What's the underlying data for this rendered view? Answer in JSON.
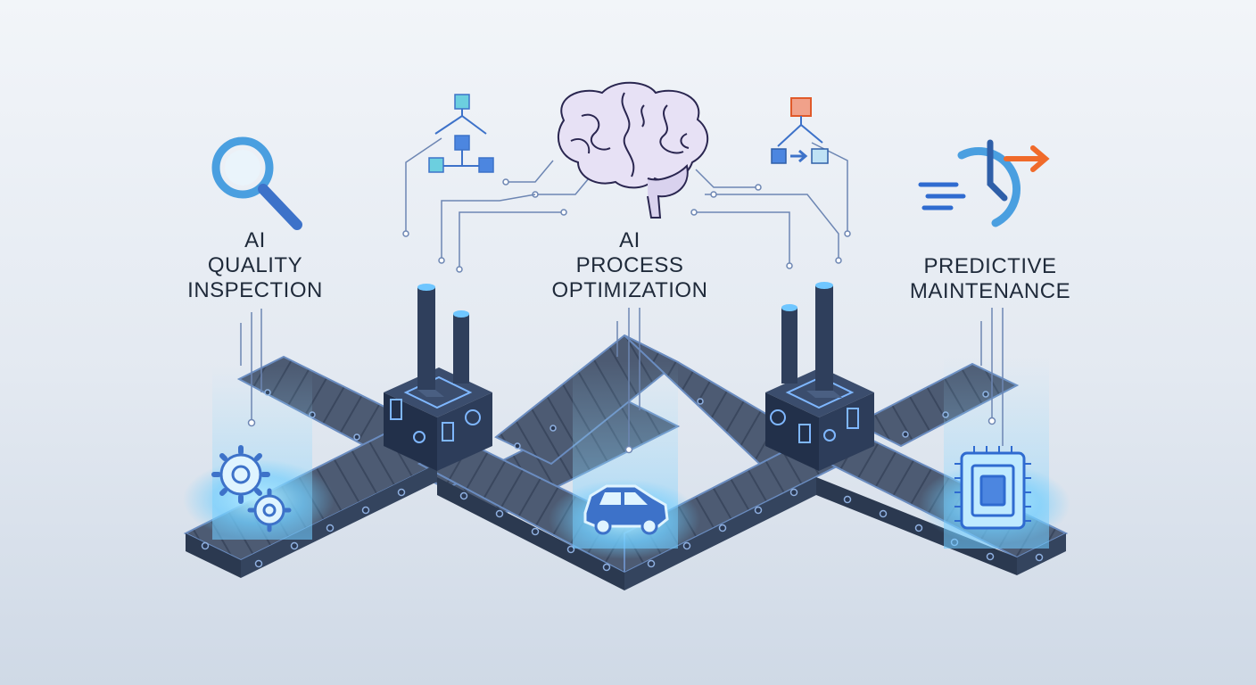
{
  "sections": [
    {
      "id": "quality",
      "label": "AI\nQUALITY\nINSPECTION"
    },
    {
      "id": "process",
      "label": "AI\nPROCESS\nOPTIMIZATION"
    },
    {
      "id": "maintenance",
      "label": "PREDICTIVE\nMAINTENANCE"
    }
  ],
  "colors": {
    "belt_top": "#4a5870",
    "belt_side": "#2c3a52",
    "belt_edge": "#5d7fb3",
    "machine": "#2f3f5c",
    "machine_dark": "#22304a",
    "accent_blue": "#3d72c9",
    "glow": "#7fd3ff",
    "cyan_square": "#6ccfdf",
    "orange_square": "#f0a18a",
    "orange_arrow": "#f06a2a",
    "line": "#6d86b3"
  },
  "icons": [
    "magnifier-icon",
    "hierarchy-icon",
    "brain-icon",
    "flow-icon",
    "clock-icon",
    "gear-icon",
    "car-icon",
    "chip-icon"
  ]
}
